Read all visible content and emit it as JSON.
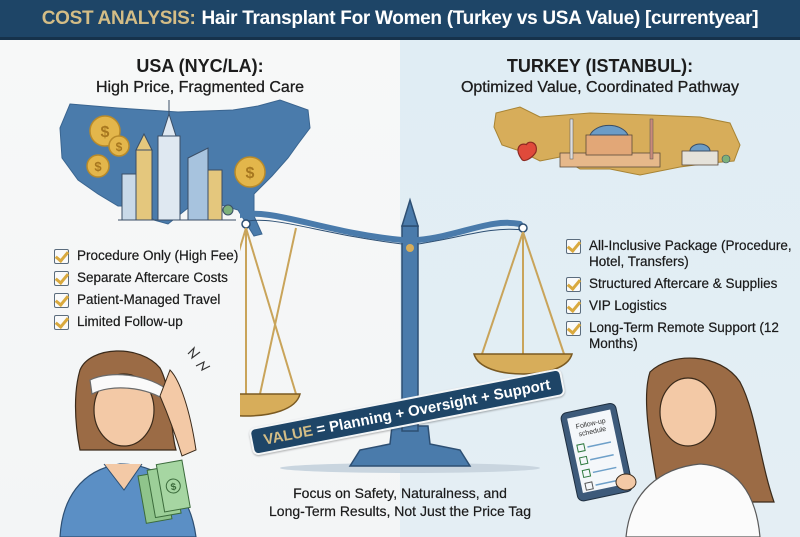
{
  "header": {
    "title_accent": "COST ANALYSIS:",
    "title_rest": "Hair Transplant For Women (Turkey vs USA Value) [currentyear]"
  },
  "usa": {
    "title": "USA (NYC/LA):",
    "subtitle": "High Price, Fragmented Care",
    "items": [
      "Procedure Only (High Fee)",
      "Separate Aftercare Costs",
      "Patient-Managed Travel",
      "Limited Follow-up"
    ]
  },
  "turkey": {
    "title": "TURKEY (ISTANBUL):",
    "subtitle": "Optimized Value, Coordinated Pathway",
    "items": [
      "All-Inclusive Package (Procedure, Hotel, Transfers)",
      "Structured Aftercare & Supplies",
      "VIP Logistics",
      "Long-Term Remote Support (12 Months)"
    ],
    "tablet_label": "Follow-up schedule"
  },
  "scale": {
    "banner_accent": "VALUE",
    "banner_rest": "= Planning + Oversight + Support"
  },
  "footer": {
    "line1": "Focus on Safety, Naturalness, and",
    "line2": "Long-Term Results, Not Just the Price Tag"
  },
  "colors": {
    "navy": "#1e4567",
    "gold": "#d4bd86",
    "map_blue": "#4a7bab",
    "map_gold": "#d7ad5a",
    "right_bg": "#e0edf4"
  }
}
